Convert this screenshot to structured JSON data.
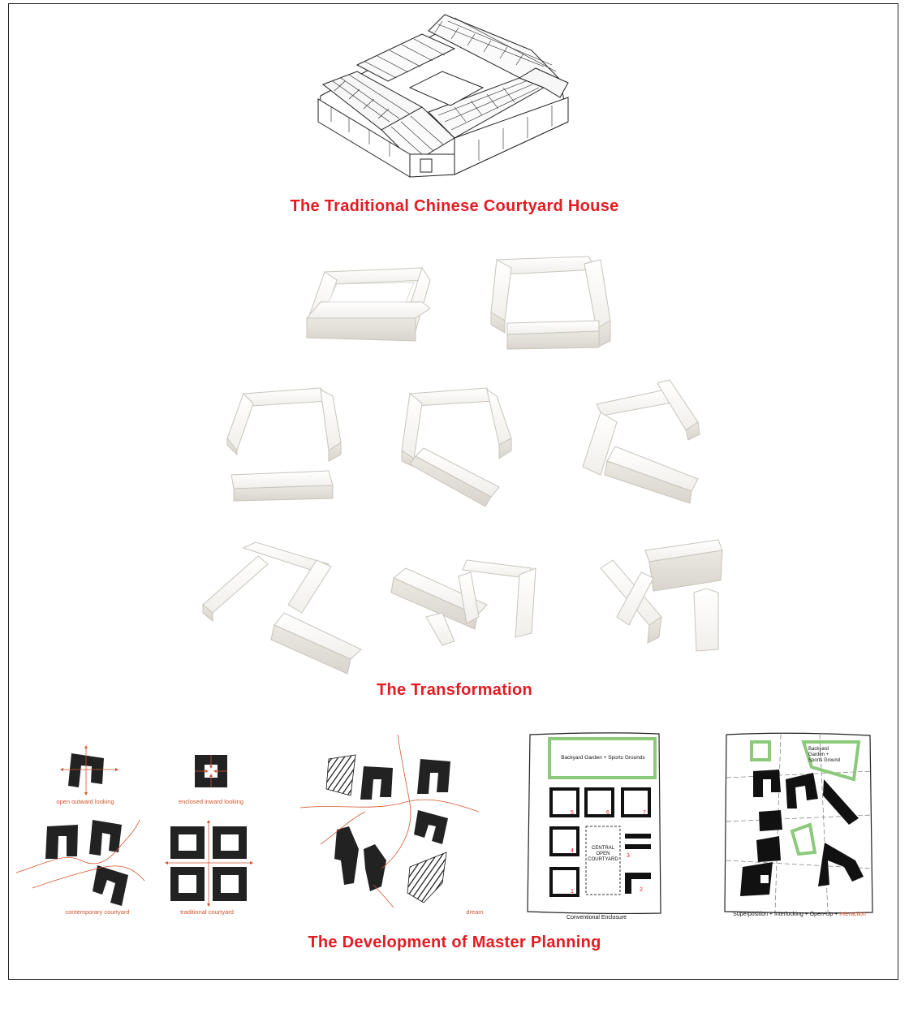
{
  "titles": {
    "courtyard_house": "The Traditional Chinese Courtyard House",
    "transformation": "The Transformation",
    "master_planning": "The Development of Master Planning"
  },
  "diagram_captions": {
    "open_outward": "open outward looking",
    "enclosed_inward": "enclosed inward looking",
    "contemporary": "contemporary courtyard",
    "traditional": "traditional courtyard",
    "dream": "dream"
  },
  "plan_left": {
    "backyard_label": "Backyard Garden + Sports Grounds",
    "central_label": "CENTRAL OPEN COURTYARD",
    "numbers": [
      "1",
      "2",
      "3",
      "4",
      "5",
      "6",
      "7"
    ],
    "caption": "Conventional Enclosure"
  },
  "plan_right": {
    "backyard_label": "Backyard Garden + Sports Ground",
    "caption_main": "Superposition + Interlocking + Open-Up + ",
    "caption_accent": "Interaction"
  },
  "colors": {
    "title_red": "#e31b23",
    "caption_orange": "#d2552c",
    "garden_green": "#8cc97a",
    "block_white": "#f4f2ee"
  }
}
